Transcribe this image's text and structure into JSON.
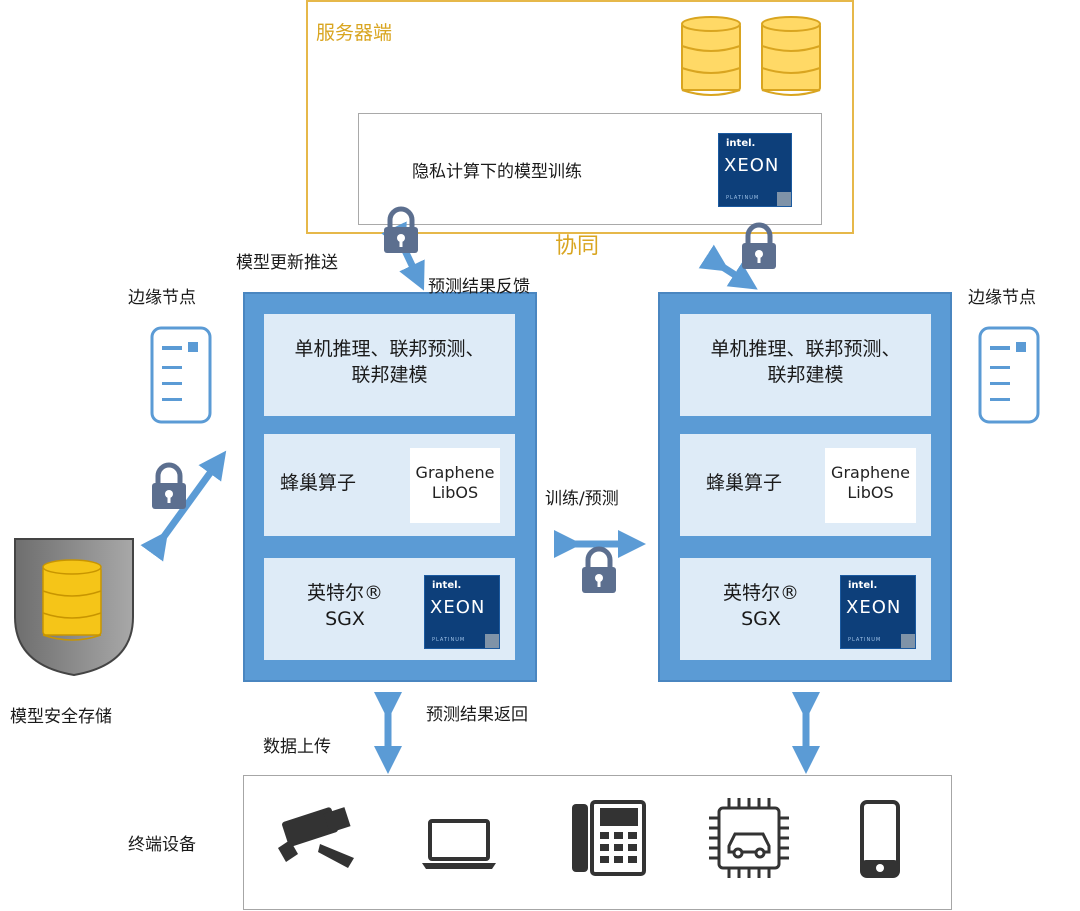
{
  "server": {
    "title": "服务器端",
    "training_label": "隐私计算下的模型训练",
    "collab_label": "协同"
  },
  "xeon_badge": {
    "brand": "intel.",
    "product": "XEON",
    "tier": "PLATINUM"
  },
  "left_node": {
    "side_label": "边缘节点",
    "top_cell": [
      "单机推理、联邦预测、",
      "联邦建模"
    ],
    "mid_cell": "蜂巢算子",
    "graphene": [
      "Graphene",
      "LibOS"
    ],
    "sgx": [
      "英特尔®",
      "SGX"
    ]
  },
  "right_node": {
    "side_label": "边缘节点",
    "top_cell": [
      "单机推理、联邦预测、",
      "联邦建模"
    ],
    "mid_cell": "蜂巢算子",
    "graphene": [
      "Graphene",
      "LibOS"
    ],
    "sgx": [
      "英特尔®",
      "SGX"
    ]
  },
  "flows": {
    "model_push": "模型更新推送",
    "pred_feedback": "预测结果反馈",
    "train_predict": "训练/预测",
    "data_upload": "数据上传",
    "pred_return": "预测结果返回"
  },
  "storage_label": "模型安全存储",
  "devices": {
    "label": "终端设备",
    "items": [
      "camera-icon",
      "laptop-icon",
      "desk-phone-icon",
      "car-chip-icon",
      "mobile-phone-icon"
    ]
  },
  "colors": {
    "server_border": "#e6b84a",
    "server_text": "#d9a520",
    "node_blue": "#5b9bd5",
    "cell_fill": "#deebf7",
    "arrow_blue": "#5b9bd5",
    "lock_fill": "#5c6f8f",
    "db_gold": "#f5c518"
  }
}
